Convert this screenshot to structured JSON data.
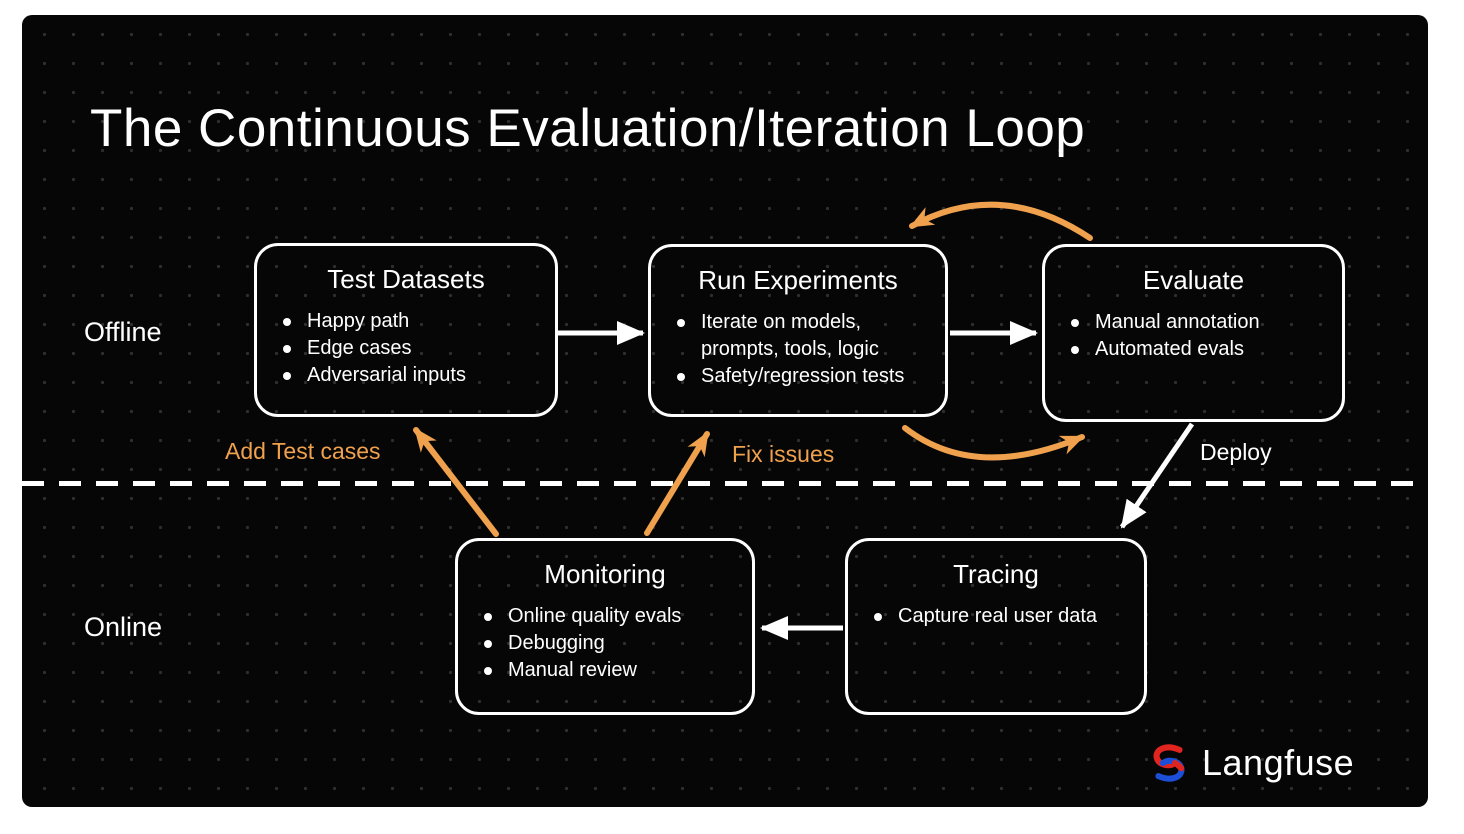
{
  "title": "The Continuous Evaluation/Iteration Loop",
  "sections": {
    "offline": "Offline",
    "online": "Online"
  },
  "boxes": [
    {
      "id": "test-datasets",
      "title": "Test Datasets",
      "bullets": [
        "Happy path",
        "Edge cases",
        "Adversarial inputs"
      ]
    },
    {
      "id": "run-experiments",
      "title": "Run Experiments",
      "bullets": [
        "Iterate on models, prompts, tools, logic",
        "Safety/regression tests"
      ]
    },
    {
      "id": "evaluate",
      "title": "Evaluate",
      "bullets": [
        "Manual annotation",
        "Automated evals"
      ]
    },
    {
      "id": "monitoring",
      "title": "Monitoring",
      "bullets": [
        "Online quality evals",
        "Debugging",
        "Manual review"
      ]
    },
    {
      "id": "tracing",
      "title": "Tracing",
      "bullets": [
        "Capture real user data"
      ]
    }
  ],
  "edge_labels": {
    "add_test_cases": "Add Test cases",
    "fix_issues": "Fix issues",
    "deploy": "Deploy"
  },
  "brand": {
    "name": "Langfuse",
    "logo_icon": "langfuse-knot-icon"
  },
  "colors": {
    "accent_orange": "#F0A14D",
    "arrow_white": "#FFFFFF",
    "logo_red": "#E0241F",
    "logo_blue": "#1D4ED8",
    "background": "#060606"
  }
}
